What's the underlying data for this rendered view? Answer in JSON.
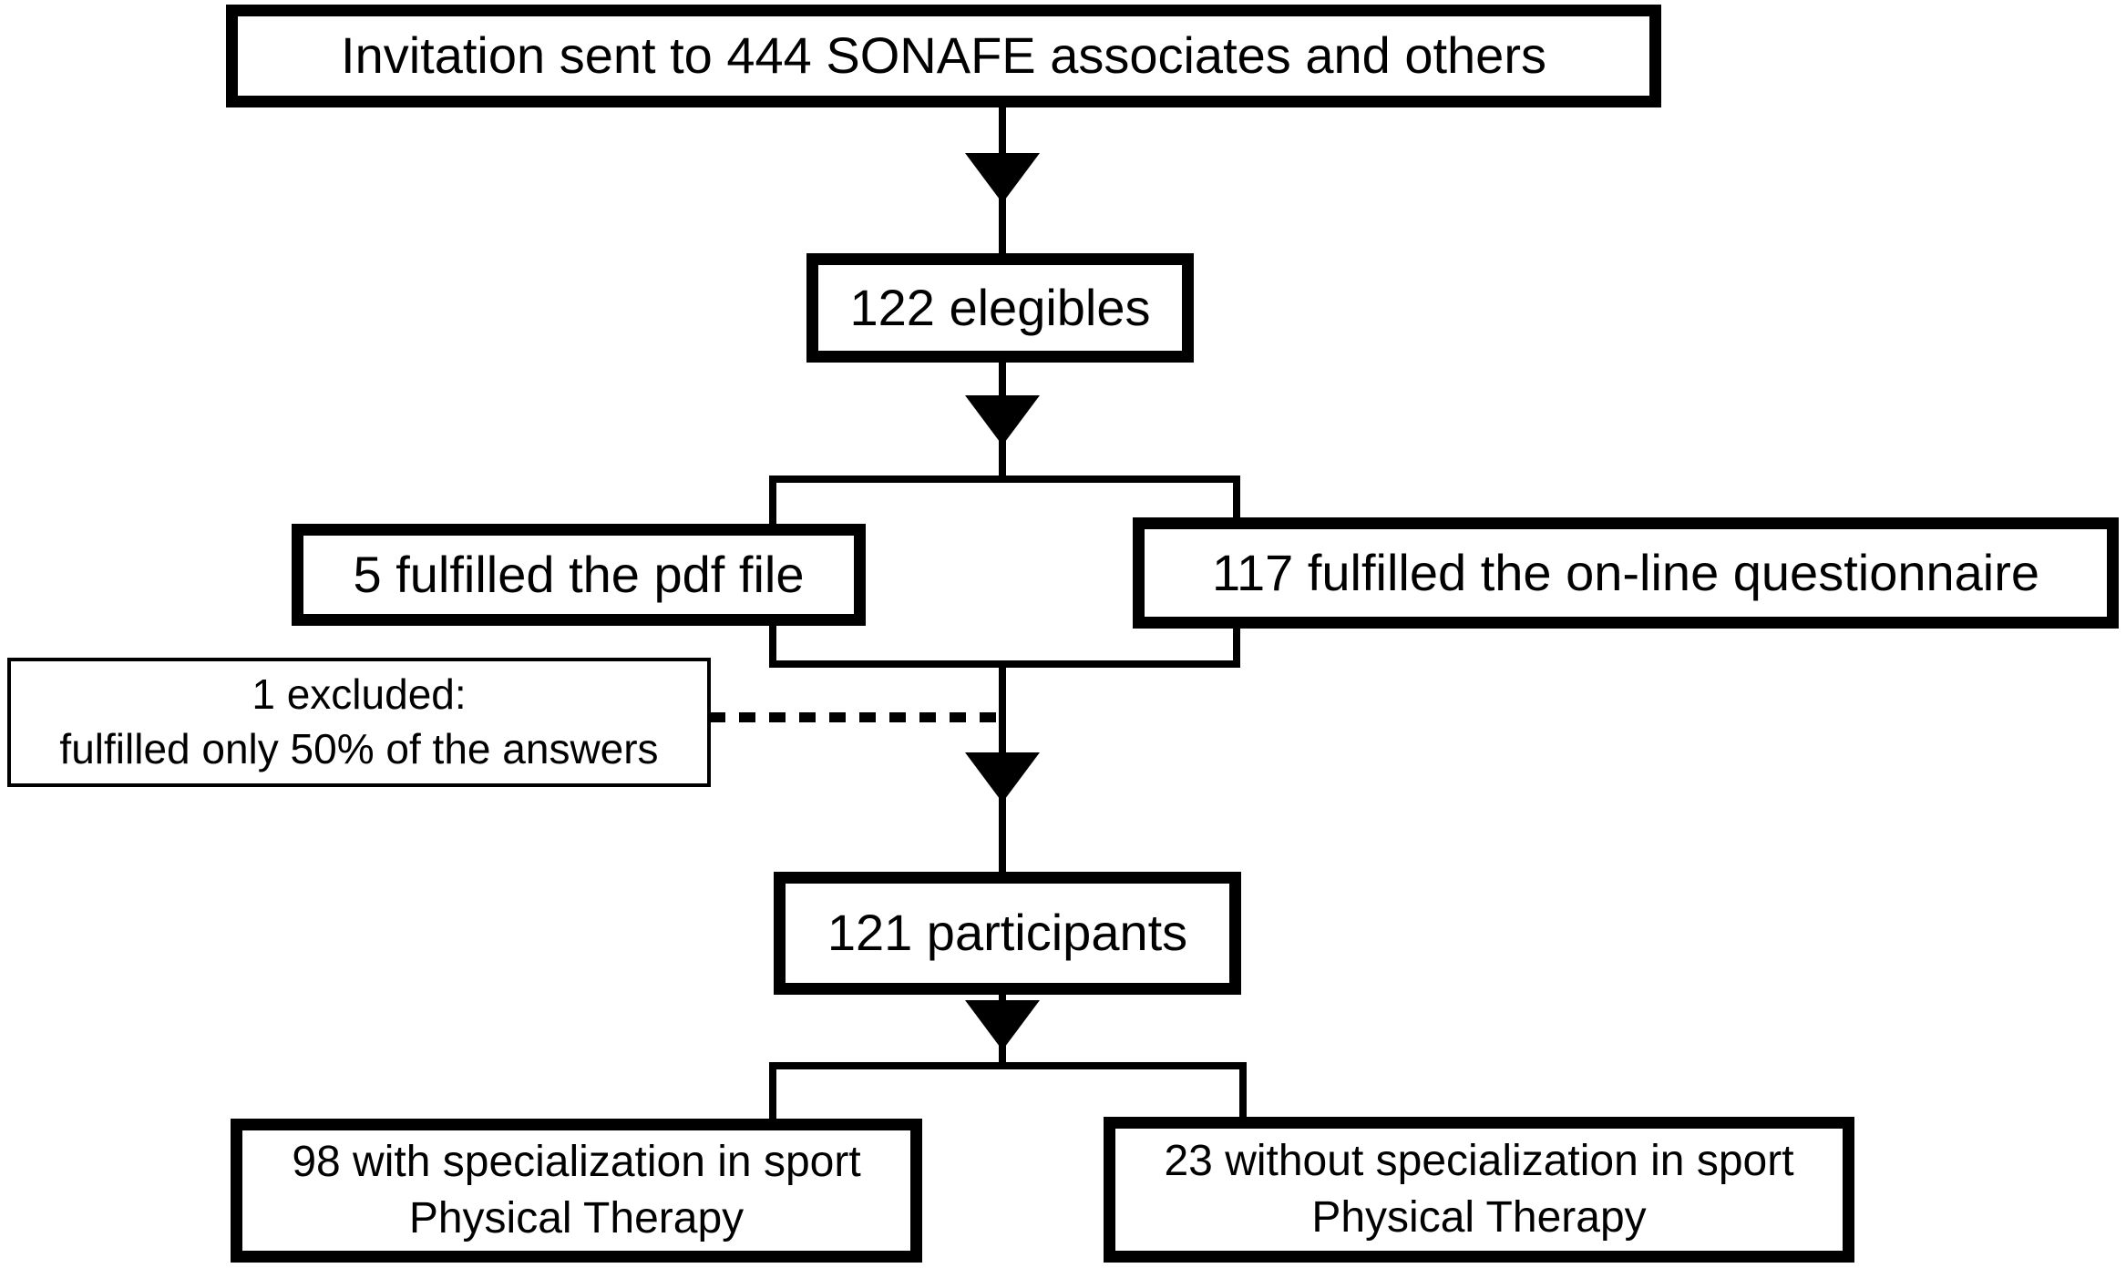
{
  "flowchart": {
    "colors": {
      "background": "#ffffff",
      "line": "#000000",
      "text": "#000000"
    },
    "nodes": {
      "invitation": "Invitation sent to 444 SONAFE associates and others",
      "eligibles": "122 elegibles",
      "pdf": "5 fulfilled the pdf file",
      "online": "117 fulfilled the on-line questionnaire",
      "excluded_line1": "1 excluded:",
      "excluded_line2": "fulfilled only 50% of the answers",
      "participants": "121 participants",
      "with_spec_line1": "98 with specialization in sport",
      "with_spec_line2": "Physical Therapy",
      "without_spec_line1": "23 without specialization in sport",
      "without_spec_line2": "Physical Therapy"
    }
  }
}
